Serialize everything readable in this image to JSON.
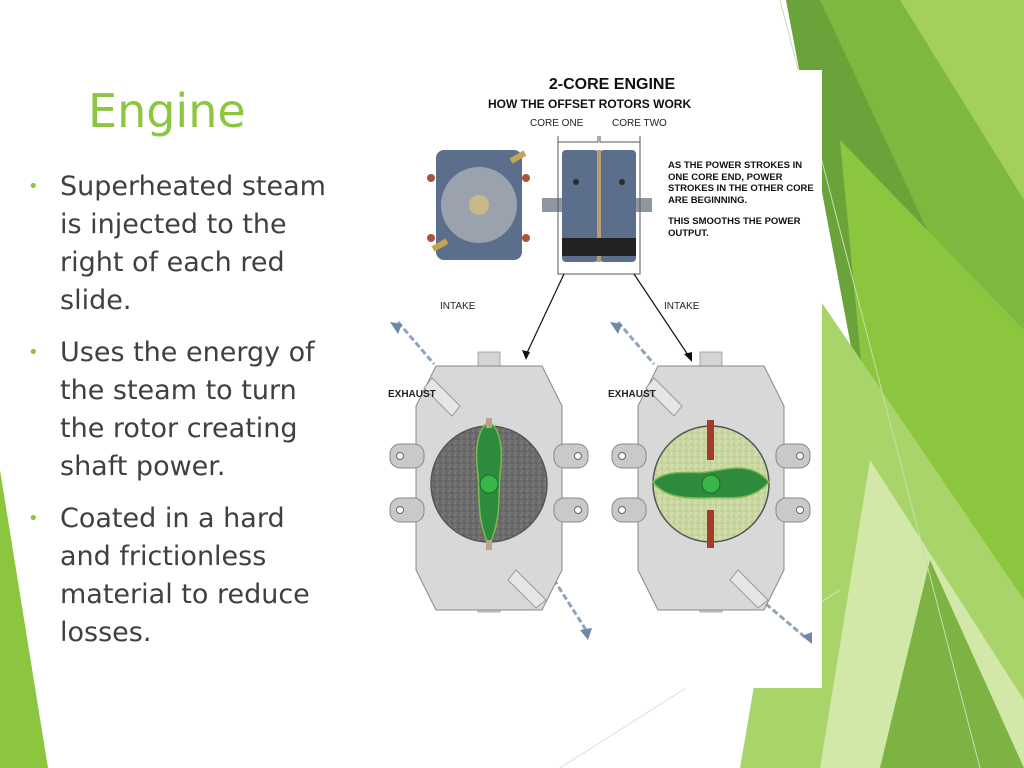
{
  "slide": {
    "title": "Engine",
    "bullets": [
      "Superheated steam is injected to the right of each red slide.",
      "Uses the energy of the steam to turn the rotor creating shaft power.",
      "Coated in a hard and frictionless material to reduce losses."
    ]
  },
  "figure": {
    "title": "2-CORE ENGINE",
    "subtitle": "HOW THE OFFSET ROTORS WORK",
    "core_one_label": "CORE ONE",
    "core_two_label": "CORE TWO",
    "note_line1": "AS THE POWER STROKES IN ONE CORE END, POWER STROKES IN THE OTHER CORE ARE BEGINNING.",
    "note_line2": "THIS SMOOTHS THE POWER OUTPUT.",
    "intake_left": "INTAKE",
    "intake_right": "INTAKE",
    "exhaust_left": "EXHAUST",
    "exhaust_right": "EXHAUST"
  },
  "colors": {
    "title_green": "#8cc63f",
    "body_text": "#404040",
    "rotor_green": "#2e8b3e",
    "slide_red": "#b03a2e",
    "housing_gray": "#d8d8d8"
  }
}
